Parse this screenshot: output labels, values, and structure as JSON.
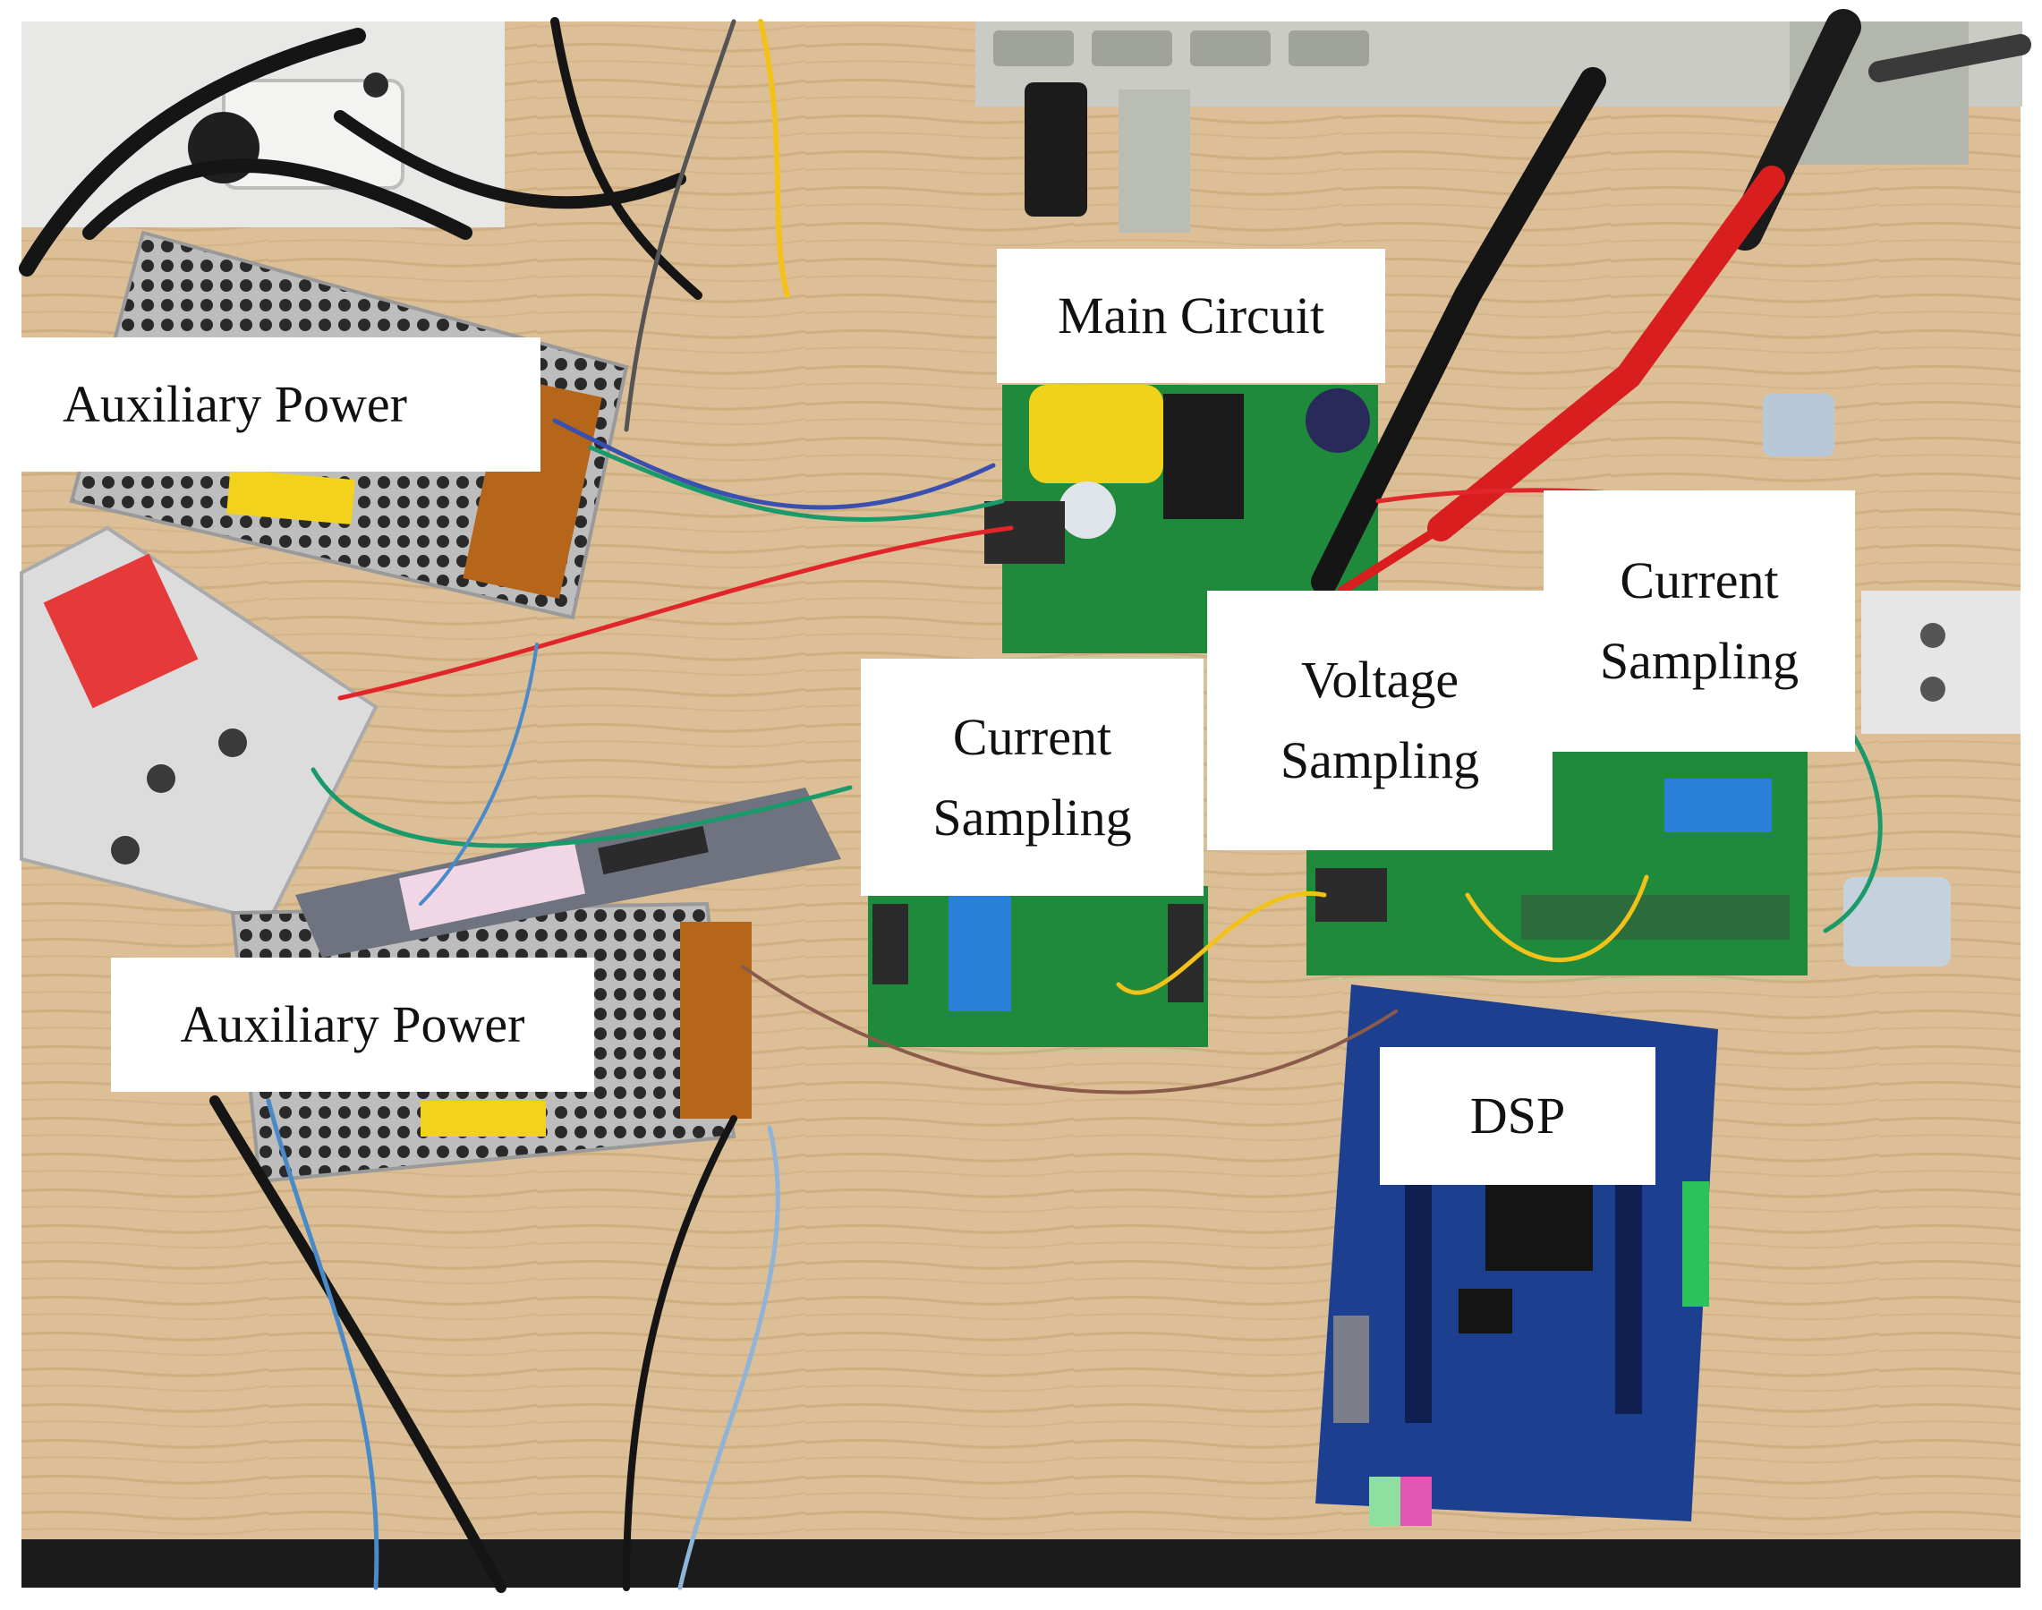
{
  "labels": {
    "aux_power_top": "Auxiliary Power",
    "main_circuit": "Main Circuit",
    "current_sampling_left": {
      "line1": "Current",
      "line2": "Sampling"
    },
    "voltage_sampling": {
      "line1": "Voltage",
      "line2": "Sampling"
    },
    "current_sampling_right": {
      "line1": "Current",
      "line2": "Sampling"
    },
    "aux_power_bottom": "Auxiliary Power",
    "dsp": "DSP"
  },
  "colors": {
    "table_wood": "#d9b98f",
    "pcb_green": "#1f8a3c",
    "dsp_board_blue": "#1d3f8f",
    "psu_metal": "#c9c9c9",
    "wire_red": "#e0262b",
    "wire_black": "#1a1a1a",
    "wire_green": "#1a9a6a",
    "wire_blue": "#3a4fb0",
    "wire_yellow": "#f2c21a",
    "wire_brown": "#8a5a4a",
    "probe_red": "#d81e1e"
  }
}
